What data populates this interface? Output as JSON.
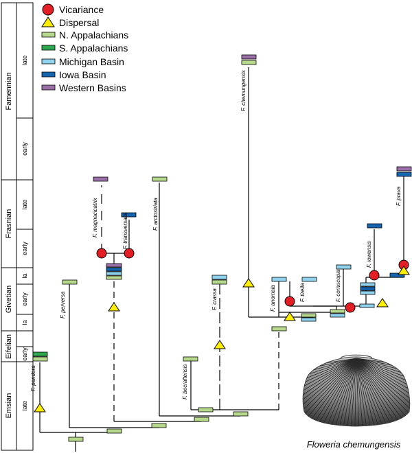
{
  "legend": {
    "vicariance": "Vicariance",
    "dispersal": "Dispersal",
    "n_appalachians": "N. Appalachians",
    "s_appalachians": "S. Appalachians",
    "michigan_basin": "Michigan Basin",
    "iowa_basin": "Iowa Basin",
    "western_basins": "Western Basins"
  },
  "colors": {
    "vicariance": "#e31e24",
    "dispersal": "#ffee00",
    "n_appalachians": "#b7d98b",
    "s_appalachians": "#2fa84f",
    "michigan_basin": "#8fd3ee",
    "iowa_basin": "#1665b0",
    "western_basins": "#9b6fa8"
  },
  "timescale": {
    "stages": [
      "Famennian",
      "Frasnian",
      "Givetian",
      "Eifelian",
      "Emsian"
    ],
    "substages": [
      "late",
      "early",
      "late",
      "early",
      "la",
      "early",
      "la",
      "early",
      "late"
    ]
  },
  "taxa": {
    "pandora": "F. pandora",
    "perversa": "F. perversa",
    "magnacicatrix": "F. magnacicatrix",
    "transversalis": "F. transversalis",
    "arctostriata": "F. arctostriata",
    "becraftensis": "F. becraftensis",
    "crassa": "F. crassa",
    "chemungensis": "F. chemungensis",
    "anomala": "F. anomala",
    "tirella": "F. tirella",
    "cornucopia": "F. cornucopia",
    "iowensis": "F. iowensis",
    "prava": "F. prava"
  },
  "figure": {
    "caption": "Floweria chemungensis"
  }
}
